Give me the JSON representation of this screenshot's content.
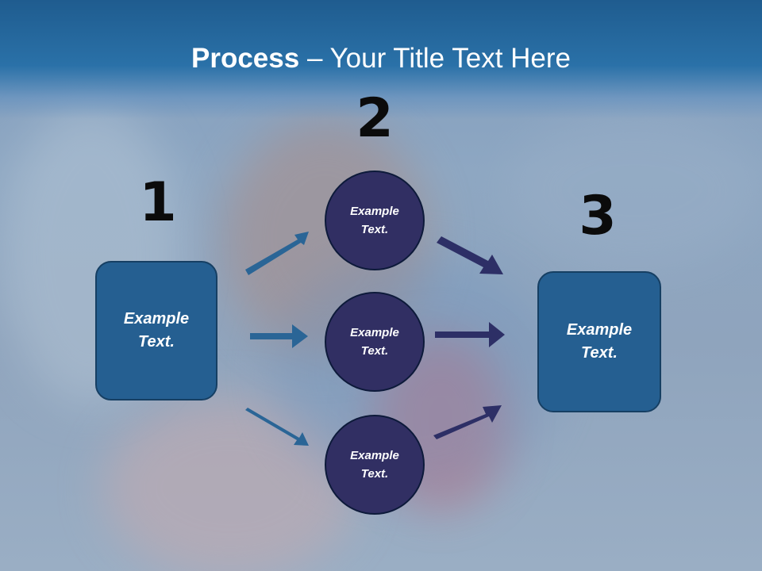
{
  "slide": {
    "title_bold": "Process",
    "title_rest": " – Your Title Text Here"
  },
  "steps": [
    {
      "number": "1",
      "text": "Example\nText."
    },
    {
      "number": "2",
      "text": "Example\nText."
    },
    {
      "number": "3",
      "text": "Example\nText."
    }
  ],
  "middle_nodes": [
    {
      "text": "Example\nText."
    },
    {
      "text": "Example\nText."
    },
    {
      "text": "Example\nText."
    }
  ],
  "colors": {
    "header": "#2a71a8",
    "box_fill": "#255f91",
    "circle_fill": "#312f63",
    "arrow_left": "#2a6596",
    "arrow_right": "#2d2f66"
  }
}
